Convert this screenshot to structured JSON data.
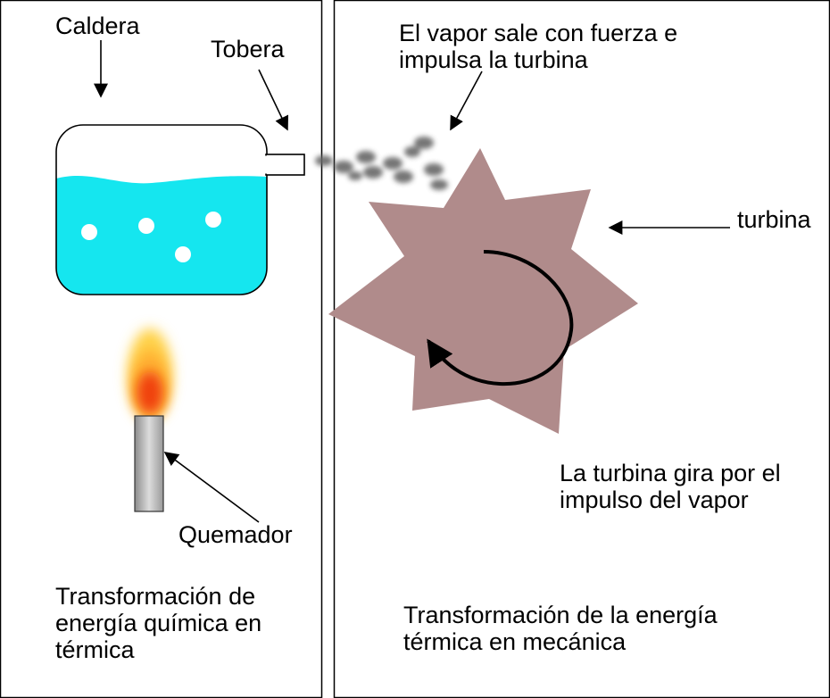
{
  "panels": {
    "left": {
      "caldera": "Caldera",
      "tobera": "Tobera",
      "quemador": "Quemador",
      "caption": "Transformación de\nenergía química en\ntérmica"
    },
    "right": {
      "vapor": "El vapor sale con fuerza e\nimpulsa la turbina",
      "turbina": "turbina",
      "gira": "La turbina gira por el\nimpulso del vapor",
      "caption": "Transformación de la energía\ntérmica en mecánica"
    }
  },
  "colors": {
    "water": "#15e6ef",
    "turbine": "#b08b8b",
    "steam": "#666666",
    "flame_core": "#f04010",
    "flame_outer": "#ffd24a",
    "burner": "#c0c0c0"
  }
}
